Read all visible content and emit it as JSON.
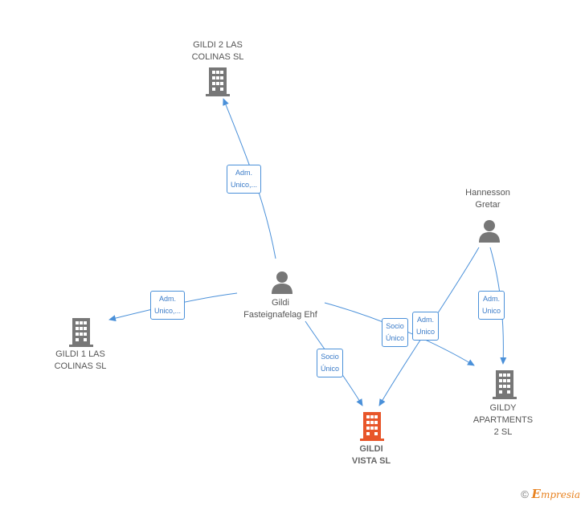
{
  "nodes": {
    "gildi2": {
      "line1": "GILDI 2 LAS",
      "line2": "COLINAS  SL"
    },
    "gildi1": {
      "line1": "GILDI 1 LAS",
      "line2": "COLINAS  SL"
    },
    "gildivista": {
      "line1": "GILDI",
      "line2": "VISTA  SL"
    },
    "gildy": {
      "line1": "GILDY",
      "line2": "APARTMENTS",
      "line3": "2  SL"
    },
    "fasteignafelag": {
      "line1": "Gildi",
      "line2": "Fasteignafelag Ehf"
    },
    "hannesson": {
      "line1": "Hannesson",
      "line2": "Gretar"
    }
  },
  "edges": {
    "e1": {
      "line1": "Adm.",
      "line2": "Unico,..."
    },
    "e2": {
      "line1": "Adm.",
      "line2": "Unico,..."
    },
    "e3": {
      "line1": "Socio",
      "line2": "Único"
    },
    "e4": {
      "line1": "Socio",
      "line2": "Único"
    },
    "e5": {
      "line1": "Adm.",
      "line2": "Unico"
    },
    "e6": {
      "line1": "Adm.",
      "line2": "Unico"
    }
  },
  "colors": {
    "edge": "#4a90d9",
    "building": "#777777",
    "focus_building": "#e8562a",
    "person": "#777777"
  },
  "footer": {
    "copyright_symbol": "©",
    "brand_initial": "E",
    "brand_rest": "mpresia"
  }
}
